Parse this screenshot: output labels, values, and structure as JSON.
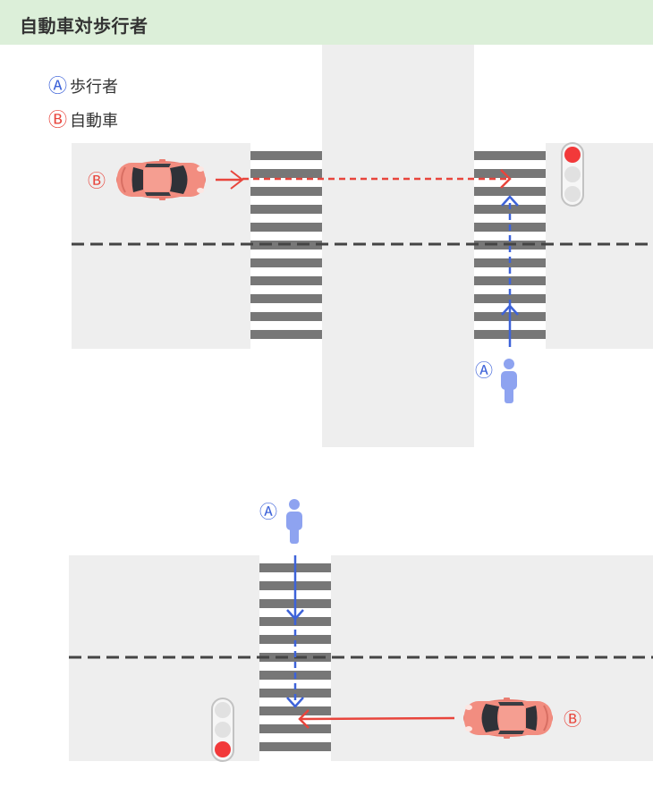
{
  "header": {
    "title": "自動車対歩行者"
  },
  "legend": [
    {
      "mark": "Ⓐ",
      "label": "歩行者",
      "color": "#3e63d9"
    },
    {
      "mark": "Ⓑ",
      "label": "自動車",
      "color": "#e8453c"
    }
  ],
  "scene1": {
    "pedestrian_mark": "Ⓐ",
    "car_mark": "Ⓑ",
    "signal_lit": "red-top"
  },
  "scene2": {
    "pedestrian_mark": "Ⓐ",
    "car_mark": "Ⓑ",
    "signal_lit": "red-bottom"
  },
  "colors": {
    "header_bg": "#dcefd9",
    "road": "#eeeeee",
    "crosswalk_stripe": "#777777",
    "pedestrian": "#8ea3f0",
    "pedestrian_path": "#3e63d9",
    "car_path": "#e8453c",
    "car_body": "#f28d80",
    "signal_red": "#f2393a"
  }
}
